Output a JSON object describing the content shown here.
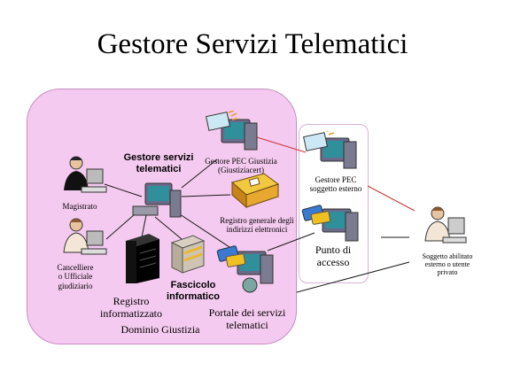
{
  "title": "Gestore Servizi Telematici",
  "nodes": {
    "gestore_servizi": "Gestore servizi\ntelematici",
    "gestore_pec_giustizia": "Gestore PEC Giustizia\n(Giustiziacert)",
    "gestore_pec_esterno": "Gestore PEC\nsoggetto esterno",
    "registro_generale": "Registro generale degli\nindirizzi elettronici",
    "magistrato": "Magistrato",
    "cancelliere": "Cancelliere\no Ufficiale\ngiudiziario",
    "registro_informatizzato": "Registro\ninformatizzato",
    "fascicolo": "Fascicolo\ninformatico",
    "portale": "Portale dei servizi\ntelematici",
    "punto_accesso": "Punto di\naccesso",
    "soggetto_abilitato": "Soggetto abilitato\nesterno o utente\nprivato",
    "dominio": "Dominio  Giustizia"
  },
  "colors": {
    "zone_fill": "#f5caf0",
    "link_dark": "#1a1a1a",
    "link_red": "#cc3333"
  },
  "icons": {
    "gestore_servizi": "computer-icon",
    "pec_giustizia": "mail-computer-icon",
    "pec_esterno": "mail-computer-icon",
    "registro_generale": "book-icon",
    "magistrato": "person-at-computer-icon",
    "cancelliere": "person-at-computer-icon",
    "registro_informatizzato": "server-icon",
    "fascicolo": "file-cabinet-icon",
    "portale": "computer-with-cards-icon",
    "punto_accesso": "computer-with-cards-icon",
    "soggetto_abilitato": "person-at-computer-icon"
  }
}
